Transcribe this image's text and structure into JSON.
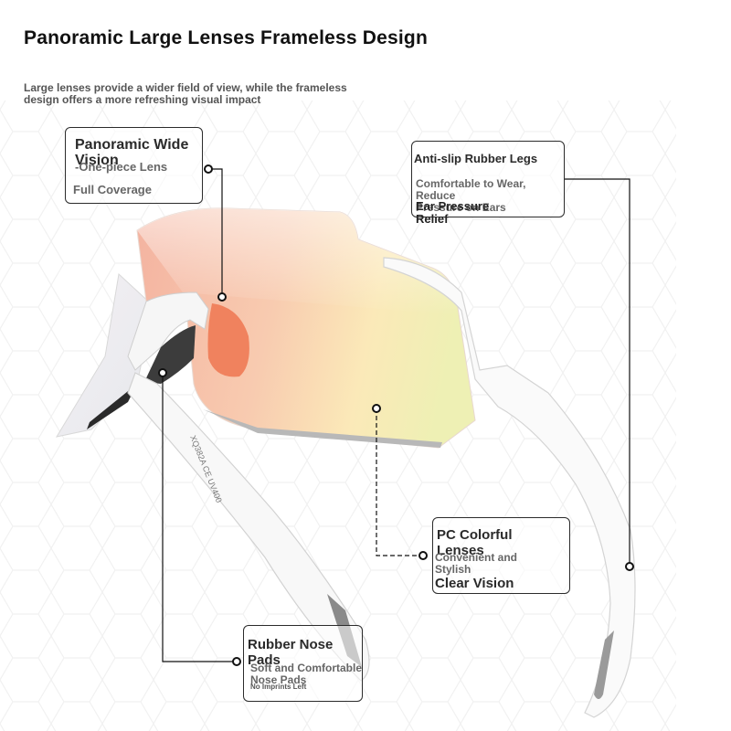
{
  "header": {
    "title": "Panoramic Large Lenses Frameless Design",
    "subtitle": "Large lenses provide a wider field of view, while the frameless\n design offers a more refreshing visual impact"
  },
  "callouts": {
    "wide_vision": {
      "title": "Panoramic Wide\n Vision",
      "line1": "-One-piece Lens",
      "line2": "Full Coverage"
    },
    "rubber_legs": {
      "title": "Anti-slip Rubber Legs",
      "line1": "Comfortable to Wear, Reduce\n Pressure on Ears",
      "line2": "Ear Pressure\n Relief"
    },
    "pc_lenses": {
      "title": "PC Colorful\n Lenses",
      "line1": "Convenient and\nStylish",
      "line2": "Clear Vision"
    },
    "nose_pads": {
      "title": "Rubber Nose\n Pads",
      "line1": "Soft and Comfortable\n Nose Pads",
      "line2": "No Imprints Left"
    }
  },
  "product": {
    "temple_imprint": "XQ382A CE UV400"
  },
  "colors": {
    "frame": "#ffffff",
    "lens_left": "#f3b9a4",
    "lens_mid": "#f7cdb0",
    "lens_right": "#fbf2b0",
    "nose_pad": "#f0825e",
    "rubber": "#8a8a8a",
    "leader_line": "#111111"
  }
}
